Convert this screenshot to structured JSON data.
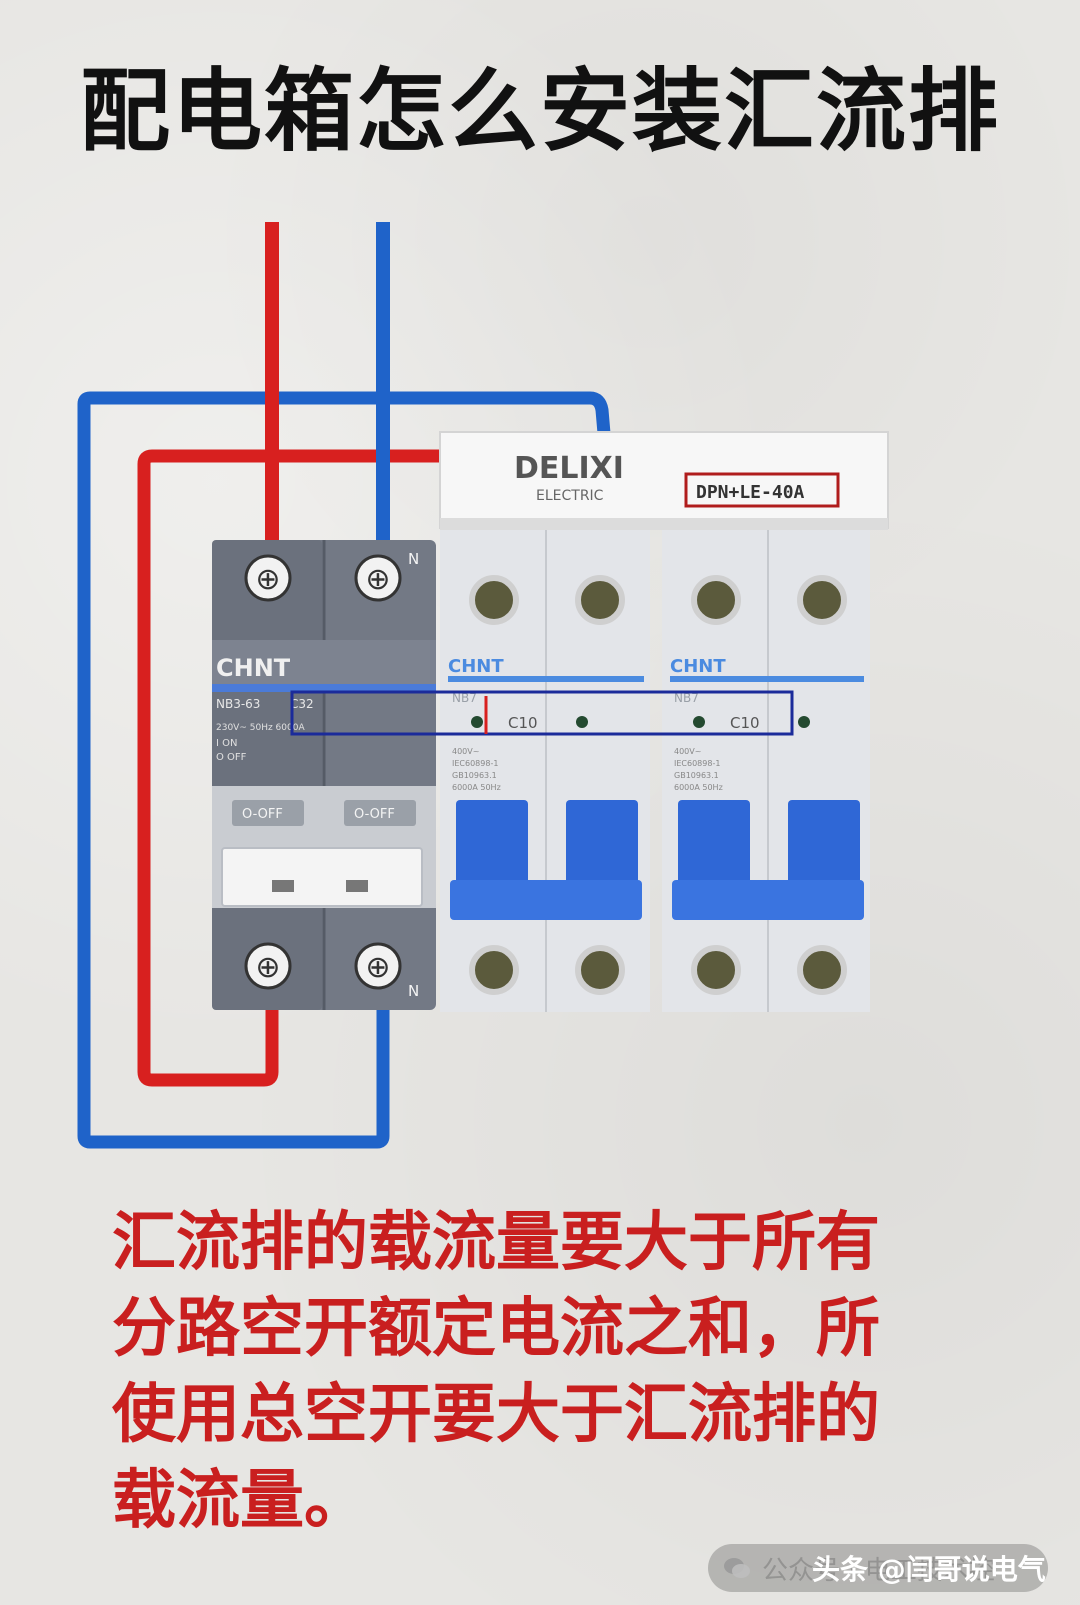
{
  "title": "配电箱怎么安装汇流排",
  "main_breaker": {
    "brand": "CHNT",
    "model": "NB3-63",
    "rating": "C32",
    "spec_line": "230V~  50Hz  6000A",
    "on_text": "I ON",
    "off_text": "O OFF",
    "handle_label_left": "O-OFF",
    "handle_label_right": "O-OFF",
    "neutral_mark": "N"
  },
  "busbar_label": {
    "brand": "DELIXI",
    "sub": "ELECTRIC",
    "model": "DPN+LE-40A"
  },
  "branch_breakers": [
    {
      "brand": "CHNT",
      "model": "NB7",
      "rating": "C10",
      "spec_line": "400V~",
      "std1": "IEC60898-1",
      "std2": "GB10963.1",
      "spec2": "6000A  50Hz"
    },
    {
      "brand": "CHNT",
      "model": "NB7",
      "rating": "C10",
      "spec_line": "400V~",
      "std1": "IEC60898-1",
      "std2": "GB10963.1",
      "spec2": "6000A  50Hz"
    }
  ],
  "caption_lines": [
    "汇流排的载流量要大于所有",
    "分路空开额定电流之和，所",
    "使用总空开要大于汇流排的",
    "载流量。"
  ],
  "watermark": {
    "ghost_text": "公众号 · 电工技术控",
    "text": "头条 @闫哥说电气"
  },
  "colors": {
    "live_wire": "#d8201f",
    "neutral_wire": "#1f63c9",
    "caption": "#c91f1f",
    "title": "#111111",
    "breaker_grey": "#6f7582",
    "branch_blue": "#2f67d6",
    "highlight_box": "#1b2b9a"
  }
}
